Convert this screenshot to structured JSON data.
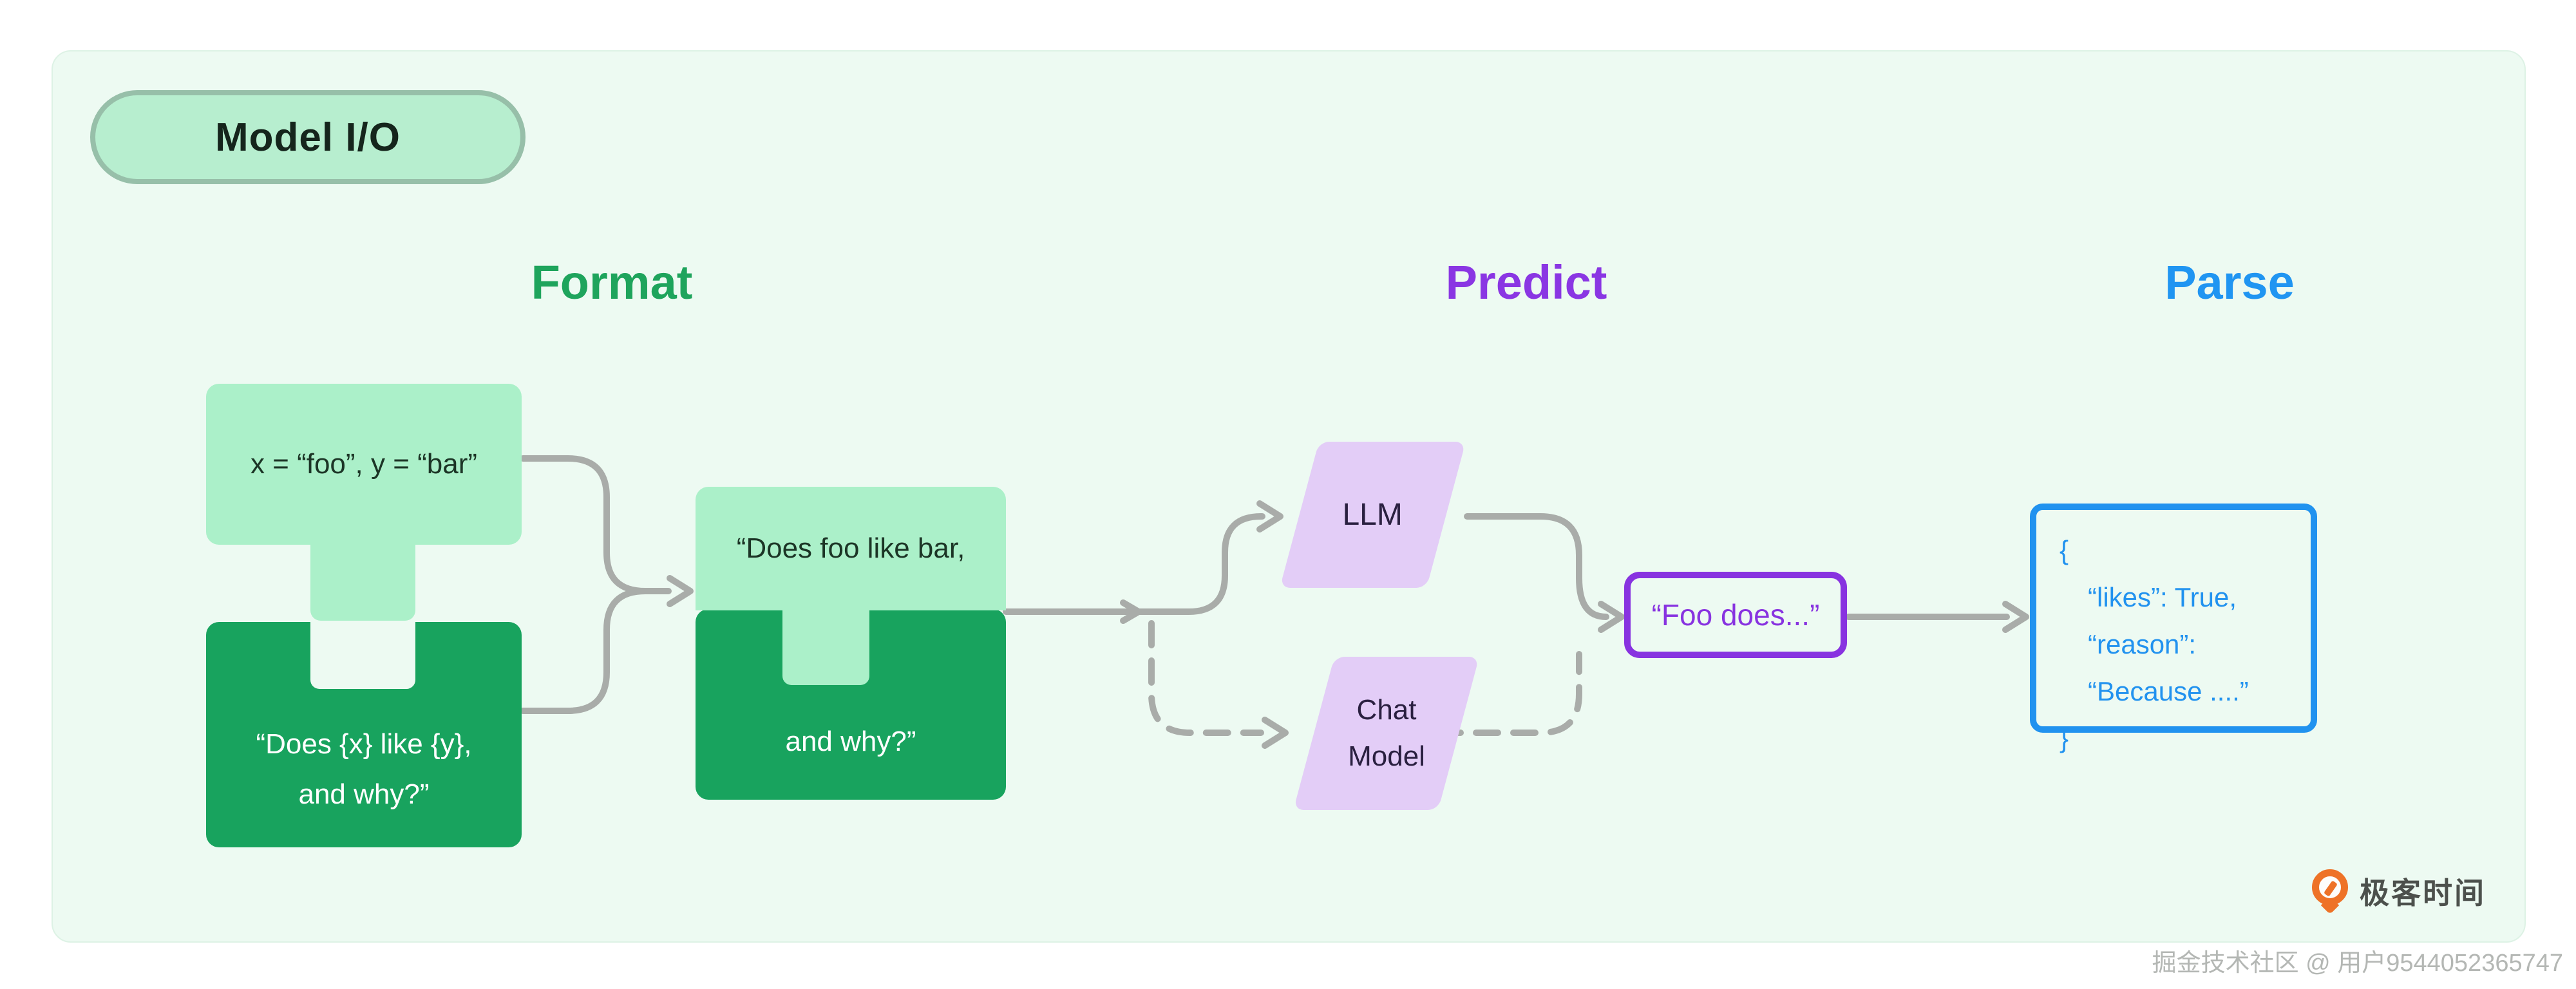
{
  "badge": {
    "label": "Model I/O"
  },
  "columns": {
    "format": "Format",
    "predict": "Predict",
    "parse": "Parse"
  },
  "nodes": {
    "input_vars": "x = “foo”, y = “bar”",
    "template_line1": "“Does {x} like {y},",
    "template_line2": "and why?”",
    "combined_line1": "“Does foo like bar,",
    "combined_line2": "and why?”",
    "llm": "LLM",
    "chat_line1": "Chat",
    "chat_line2": "Model",
    "output": "“Foo does...”",
    "json_line1": "{",
    "json_line2": "“likes”: True,",
    "json_line3": "“reason”: “Because ....”",
    "json_line4": "}"
  },
  "logo": {
    "text": "极客时间"
  },
  "watermark": "掘金技术社区 @ 用户9544052365747",
  "colors": {
    "card_bg": "#edfaf2",
    "light_green": "#abf0c9",
    "dark_green": "#18a35e",
    "badge_green": "#b7eecf",
    "format_green": "#1ea45c",
    "predict_purple": "#8a36e3",
    "parse_blue": "#2095f2",
    "parallelogram_purple": "#e3cdf7",
    "output_purple": "#8833e0",
    "json_blue": "#2192ef",
    "connector_gray": "#a9aca9",
    "logo_orange": "#ee7227"
  }
}
